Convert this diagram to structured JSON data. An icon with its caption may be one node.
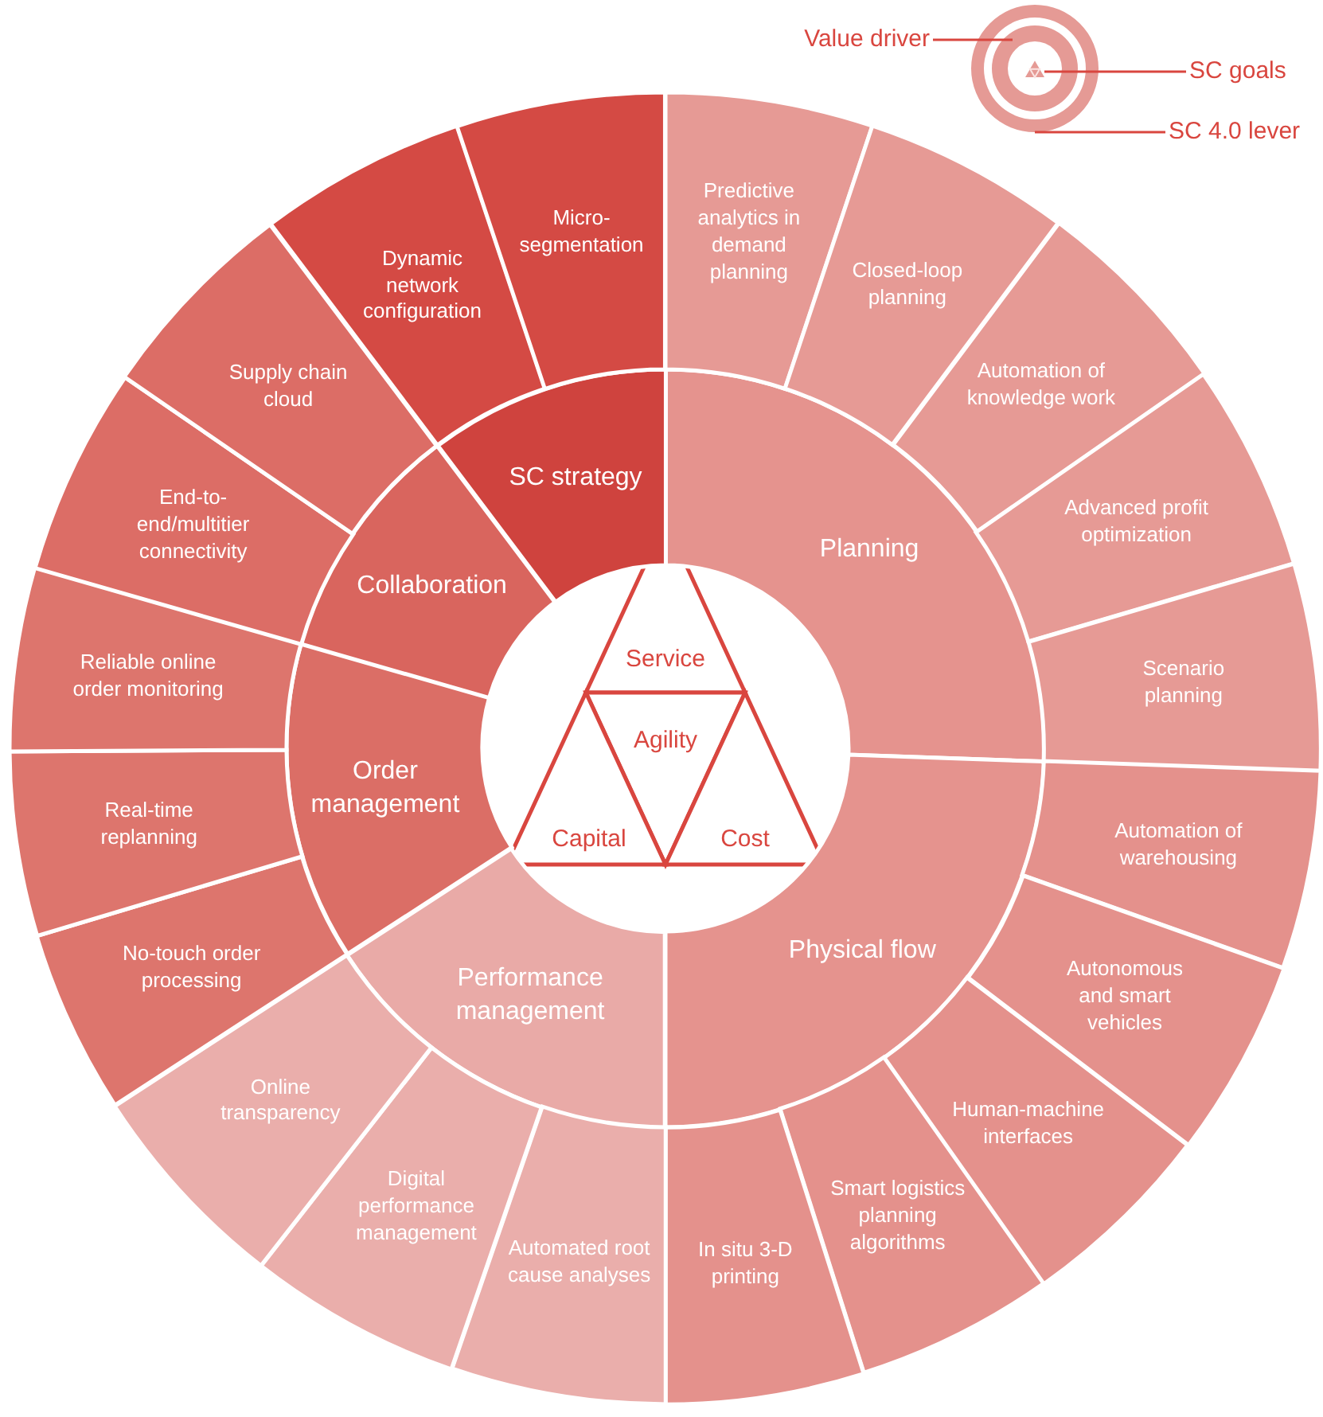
{
  "diagram": {
    "nodes": [
      {
        "text": [
          "Value driver"
        ]
      },
      {
        "text": [
          "SC goals"
        ]
      },
      {
        "text": [
          "SC 4.0 lever"
        ]
      },
      {
        "text": [],
        "shape": "circle"
      },
      {
        "text": [],
        "shape": "circle",
        "in": 3
      },
      {
        "text": [],
        "shape": "triangle",
        "in": 4
      },
      {
        "text": [
          "Service"
        ]
      },
      {
        "text": [
          "Agility"
        ]
      },
      {
        "text": [
          "Capital"
        ]
      },
      {
        "text": [
          "Cost"
        ]
      },
      {
        "text": [
          "Planning"
        ]
      },
      {
        "text": [
          "Physical flow"
        ]
      },
      {
        "text": [
          "Performance management"
        ]
      },
      {
        "text": [
          "Order management"
        ]
      },
      {
        "text": [
          "Collaboration"
        ]
      },
      {
        "text": [
          "SC strategy"
        ]
      },
      {
        "text": [
          "Predictive analytics in demand planning"
        ]
      },
      {
        "text": [
          "Closed-loop planning"
        ]
      },
      {
        "text": [
          "Automation of knowledge work"
        ]
      },
      {
        "text": [
          "Advanced profit optimization"
        ]
      },
      {
        "text": [
          "Scenario planning"
        ]
      },
      {
        "text": [
          "Automation of warehousing"
        ]
      },
      {
        "text": [
          "Autonomous and smart vehicles"
        ]
      },
      {
        "text": [
          "Human-machine interfaces"
        ]
      },
      {
        "text": [
          "Smart logistics planning algorithms"
        ]
      },
      {
        "text": [
          "In situ 3-D printing"
        ]
      },
      {
        "text": [
          "Automated root cause analyses"
        ]
      },
      {
        "text": [
          "Digital performance management"
        ]
      },
      {
        "text": [
          "Online transparency"
        ]
      },
      {
        "text": [
          "No-touch order processing"
        ]
      },
      {
        "text": [
          "Real-time replanning"
        ]
      },
      {
        "text": [
          "Reliable online order monitoring"
        ]
      },
      {
        "text": [
          "End-to-end/multitier connectivity"
        ]
      },
      {
        "text": [
          "Supply chain cloud"
        ]
      },
      {
        "text": [
          "Dynamic network configuration"
        ]
      },
      {
        "text": [
          "Micro-segmentation"
        ]
      }
    ],
    "edges": [
      {
        "from": 0,
        "to": 4,
        "arrow": "none"
      },
      {
        "from": 1,
        "to": 5,
        "arrow": "none"
      },
      {
        "from": 2,
        "to": 3,
        "arrow": "none"
      }
    ]
  }
}
